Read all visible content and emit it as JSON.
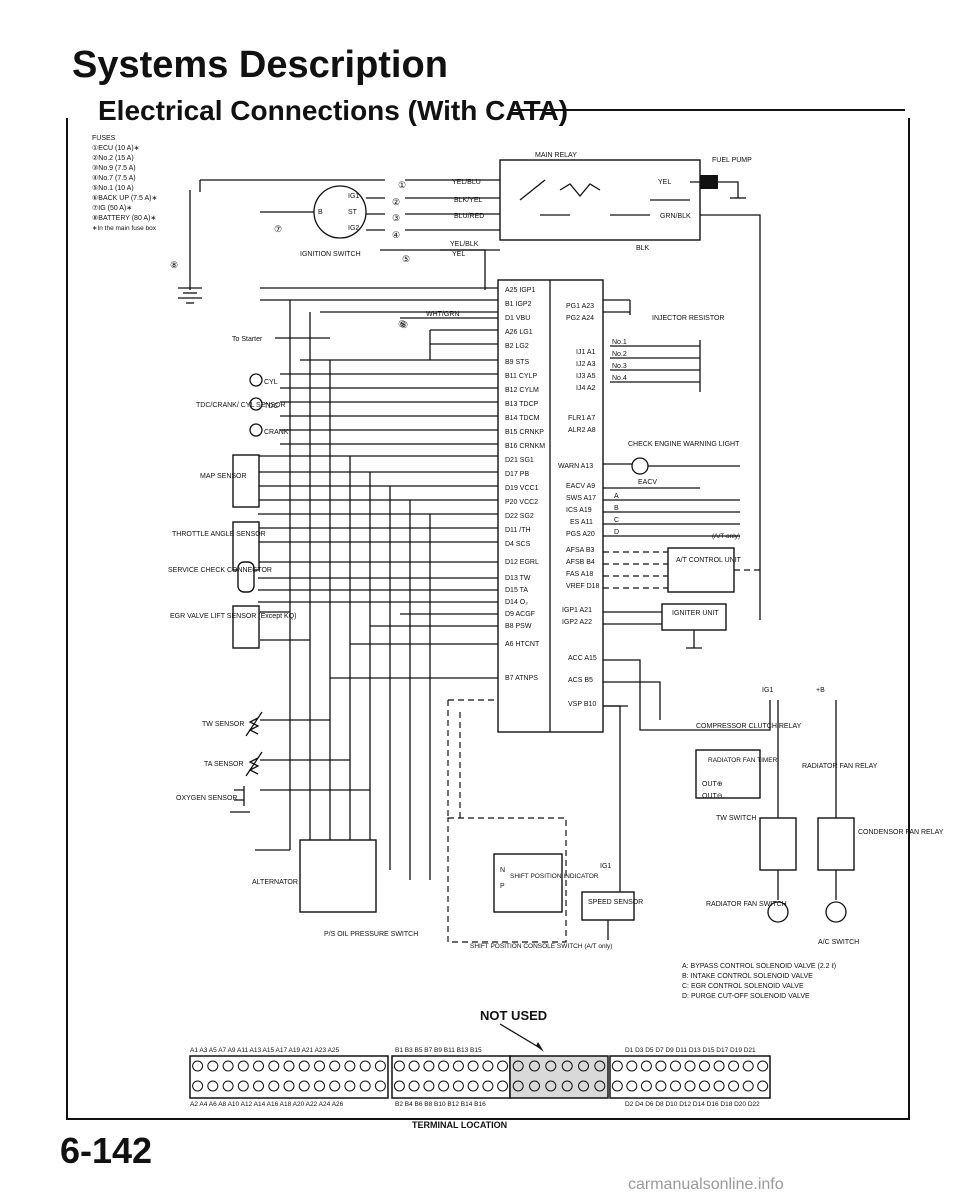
{
  "page": {
    "title": "Systems Description",
    "subtitle": "Electrical Connections (With CATA)",
    "page_number": "6-142",
    "watermark": "carmanualsonline.info"
  },
  "fuses": {
    "header": "FUSES",
    "items": [
      "①ECU (10 A)∗",
      "②No.2 (15 A)",
      "③No.9 (7.5 A)",
      "④No.7 (7.5 A)",
      "⑤No.1 (10 A)",
      "⑥BACK UP (7.5 A)∗",
      "⑦IG (50 A)∗",
      "⑧BATTERY (80 A)∗"
    ],
    "note": "∗In the main fuse box"
  },
  "labels": {
    "main_relay": "MAIN RELAY",
    "fuel_pump": "FUEL PUMP",
    "ignition_switch": "IGNITION SWITCH",
    "to_starter": "To Starter",
    "injector_resistor": "INJECTOR RESISTOR",
    "tdc_crank_cyl_sensor": "TDC/CRANK/ CYL SENSOR",
    "cyl": "CYL",
    "tdc": "TDC",
    "crank": "CRANK",
    "map_sensor": "MAP SENSOR",
    "throttle_angle_sensor": "THROTTLE ANGLE SENSOR",
    "service_check_connector": "SERVICE CHECK CONNECTOR",
    "egr_valve_lift_sensor": "EGR VALVE LIFT SENSOR (Except KQ)",
    "tw_sensor": "TW SENSOR",
    "ta_sensor": "TA SENSOR",
    "oxygen_sensor": "OXYGEN SENSOR",
    "alternator": "ALTERNATOR",
    "ps_oil_pressure_switch": "P/S OIL PRESSURE SWITCH",
    "shift_position_indicator": "SHIFT POSITION INDICATOR",
    "shift_position_console_switch": "SHIFT POSITION CONSOLE SWITCH (A/T only)",
    "speed_sensor": "SPEED SENSOR",
    "check_engine_light": "CHECK ENGINE WARNING LIGHT",
    "eacv": "EACV",
    "at_control_unit": "A/T CONTROL UNIT",
    "at_only": "(A/T only)",
    "igniter_unit": "IGNITER UNIT",
    "compressor_clutch_relay": "COMPRESSOR CLUTCH RELAY",
    "radiator_fan_timer": "RADIATOR FAN TIMER",
    "radiator_fan_relay": "RADIATOR FAN RELAY",
    "tw_switch": "TW SWITCH",
    "condensor_fan_relay": "CONDENSOR FAN RELAY",
    "radiator_fan_switch": "RADIATOR FAN SWITCH",
    "ac_switch": "A/C SWITCH",
    "ig1": "IG1",
    "plus_b": "+B",
    "out_plus": "OUT⊕",
    "out_minus": "OUT⊖",
    "not_used": "NOT USED",
    "terminal_location": "TERMINAL LOCATION"
  },
  "wire_colors": {
    "yel_blu": "YEL/BLU",
    "blk_yel": "BLK/YEL",
    "blu_red": "BLU/RED",
    "yel_blk": "YEL/BLK",
    "yel": "YEL",
    "blk": "BLK",
    "grn_blk": "GRN/BLK",
    "wht_grn": "WHT/GRN"
  },
  "ignition_terminals": [
    "IG1",
    "ST",
    "IG2",
    "B"
  ],
  "ecu_left_pins": [
    "A25 IGP1",
    "B1 IGP2",
    "D1 VBU",
    "A26 LG1",
    "B2 LG2",
    "B9 STS",
    "B11 CYLP",
    "B12 CYLM",
    "B13 TDCP",
    "B14 TDCM",
    "B15 CRNKP",
    "B16 CRNKM",
    "D21 SG1",
    "D17 PB",
    "D19 VCC1",
    "P20 VCC2",
    "D22 SG2",
    "D11 /TH",
    "D4 SCS",
    "D12 EGRL",
    "D13 TW",
    "D15 TA",
    "D14 O₂",
    "D9 ACGF",
    "B8 PSW",
    "A6 HTCNT",
    "B7 ATNPS"
  ],
  "ecu_right_pins": [
    "PG1 A23",
    "PG2 A24",
    "IJ1 A1",
    "IJ2 A3",
    "IJ3 A5",
    "IJ4 A2",
    "FLR1 A7",
    "ALR2 A8",
    "WARN A13",
    "EACV A9",
    "SWS A17",
    "ICS A19",
    "ES A11",
    "PGS A20",
    "AFSA B3",
    "AFSB B4",
    "FAS A18",
    "VREF D18",
    "IGP1 A21",
    "IGP2 A22",
    "ACC A15",
    "ACS B5",
    "VSP B10"
  ],
  "injectors": [
    "No.1",
    "No.2",
    "No.3",
    "No.4"
  ],
  "solenoid_letters": [
    "A",
    "B",
    "C",
    "D"
  ],
  "shift_positions": [
    "N",
    "P"
  ],
  "circled_numbers": [
    "①",
    "②",
    "③",
    "④",
    "⑤",
    "⑥",
    "⑦",
    "⑧"
  ],
  "legend": [
    "A: BYPASS CONTROL SOLENOID VALVE (2.2 ℓ)",
    "B: INTAKE CONTROL SOLENOID VALVE",
    "C: EGR CONTROL SOLENOID VALVE",
    "D: PURGE CUT-OFF SOLENOID VALVE"
  ],
  "terminals": {
    "top_labels": [
      "A1 A3 A5 A7 A9 A11 A13 A15 A17 A19 A21 A23 A25",
      "B1 B3 B5 B7 B9 B11 B13 B15",
      "D1 D3 D5 D7 D9 D11 D13 D15 D17 D19 D21"
    ],
    "bottom_labels": [
      "A2 A4 A6 A8 A10 A12 A14 A16 A18 A20 A22 A24 A26",
      "B2 B4 B6 B8 B10 B12 B14 B16",
      "D2 D4 D6 D8 D10 D12 D14 D16 D18 D20 D22"
    ],
    "block_pin_counts": [
      13,
      8,
      6,
      11
    ]
  }
}
